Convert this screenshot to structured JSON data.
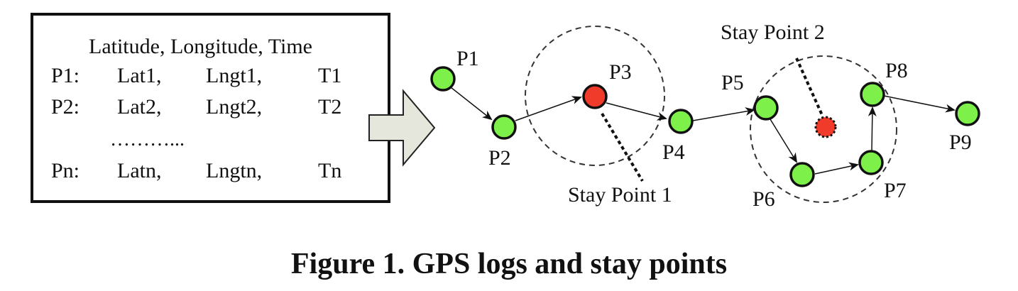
{
  "log_table": {
    "header": "Latitude, Longitude, Time",
    "rows": [
      {
        "label": "P1:",
        "lat": "Lat1,",
        "lng": "Lngt1,",
        "time": "T1"
      },
      {
        "label": "P2:",
        "lat": "Lat2,",
        "lng": "Lngt2,",
        "time": "T2"
      },
      {
        "label": "Pn:",
        "lat": "Latn,",
        "lng": "Lngtn,",
        "time": "Tn"
      }
    ],
    "ellipsis": "………..."
  },
  "points": [
    {
      "label": "P1"
    },
    {
      "label": "P2"
    },
    {
      "label": "P3"
    },
    {
      "label": "P4"
    },
    {
      "label": "P5"
    },
    {
      "label": "P6"
    },
    {
      "label": "P7"
    },
    {
      "label": "P8"
    },
    {
      "label": "P9"
    }
  ],
  "stay_points": [
    {
      "label": "Stay Point 1"
    },
    {
      "label": "Stay Point 2"
    }
  ],
  "colors": {
    "gps_point": "#7ef04a",
    "stay_point": "#f03a2a",
    "outline": "#111111"
  },
  "caption": "Figure 1. GPS logs and stay points"
}
